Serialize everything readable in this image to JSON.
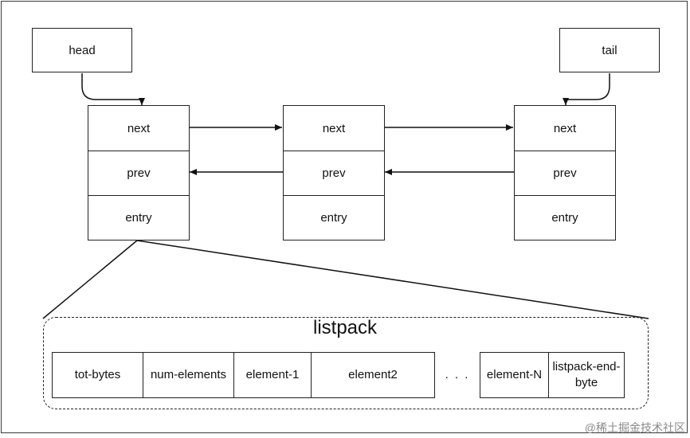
{
  "head_label": "head",
  "tail_label": "tail",
  "nodes": [
    {
      "next": "next",
      "prev": "prev",
      "entry": "entry"
    },
    {
      "next": "next",
      "prev": "prev",
      "entry": "entry"
    },
    {
      "next": "next",
      "prev": "prev",
      "entry": "entry"
    }
  ],
  "listpack": {
    "title": "listpack",
    "cells_left": [
      "tot-bytes",
      "num-elements",
      "element-1",
      "element2"
    ],
    "ellipsis": ". . .",
    "cells_right": [
      "element-N",
      "listpack-end-byte"
    ]
  },
  "credit": "@稀土掘金技术社区"
}
